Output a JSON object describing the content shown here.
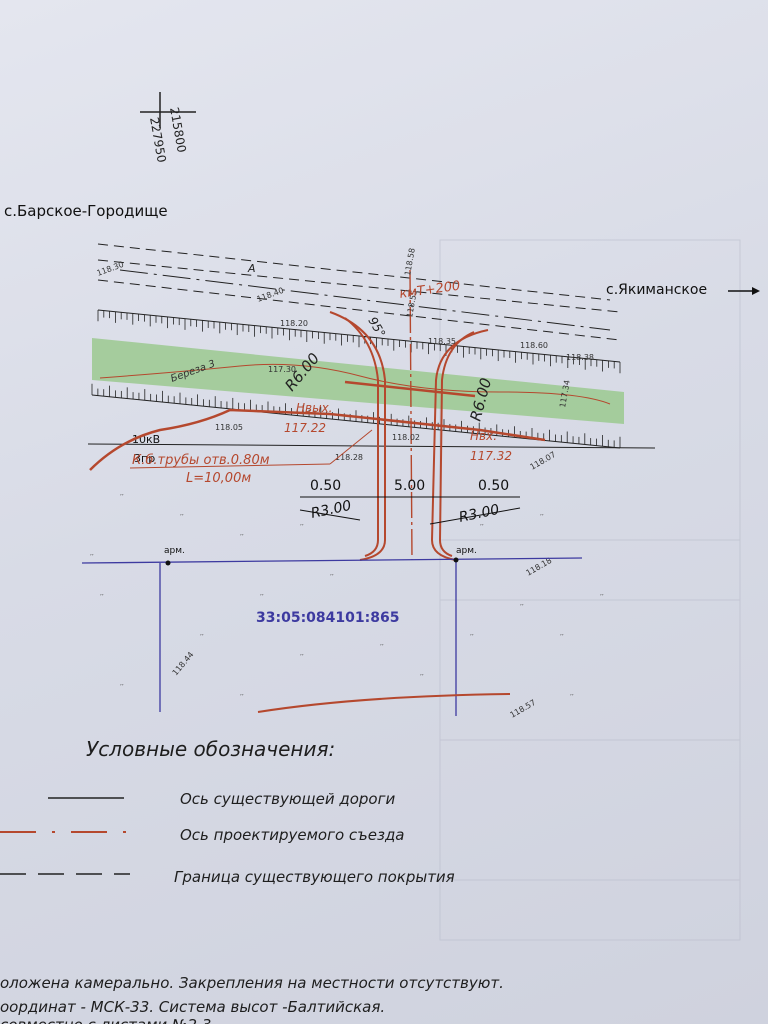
{
  "coords": {
    "top": "215800",
    "left": "227950"
  },
  "places": {
    "west": "с.Барское-Городище",
    "east": "с.Якиманское"
  },
  "road": {
    "axis_letter": "А",
    "km": "кмТ+200",
    "angle": "95°"
  },
  "elevations": {
    "e1": "118.30",
    "e2": "118.40",
    "e3": "118.20",
    "e4": "117.30",
    "e5": "118.58",
    "e6": "118.55",
    "e7": "118.35",
    "e8": "118.60",
    "e9": "118.38",
    "e10": "117.34",
    "e11": "118.05",
    "e12": "118.02",
    "e13": "118.28",
    "e14": "118.07",
    "e15": "118.18",
    "e16": "118.44",
    "e17": "118.57"
  },
  "labels": {
    "tree": "Береза 3",
    "radius_left": "R6.00",
    "radius_right": "R6.00",
    "h_left_title": "Нвых.",
    "h_left_value": "117.22",
    "h_right_title": "Нвх.",
    "h_right_value": "117.32",
    "power_line": "10кВ",
    "power_line2": "3пр",
    "pipe": "К.б.трубы отв.0.80м",
    "pipe_len": "L=10,00м",
    "dim_left": "0.50",
    "dim_mid": "5.00",
    "dim_right": "0.50",
    "r3_left": "R3.00",
    "r3_right": "R3.00",
    "arm_left": "арм.",
    "arm_right": "арм.",
    "cadastral": "33:05:084101:865"
  },
  "legend": {
    "title": "Условные обозначения:",
    "items": [
      {
        "label": "Ось существующей дороги"
      },
      {
        "label": "Ось проектируемого съезда"
      },
      {
        "label": "Граница существующего покрытия"
      }
    ]
  },
  "notes": {
    "line1": "оложена камерально. Закрепления на местности отсутствуют.",
    "line2": "оординат - МСК-33. Система высот -Балтийская.",
    "line3": "совместно с листами №2,3"
  },
  "colors": {
    "ink": "#1e1e1e",
    "red": "#b5482e",
    "green": "#9bc98f",
    "blue": "#3d3aa0"
  }
}
